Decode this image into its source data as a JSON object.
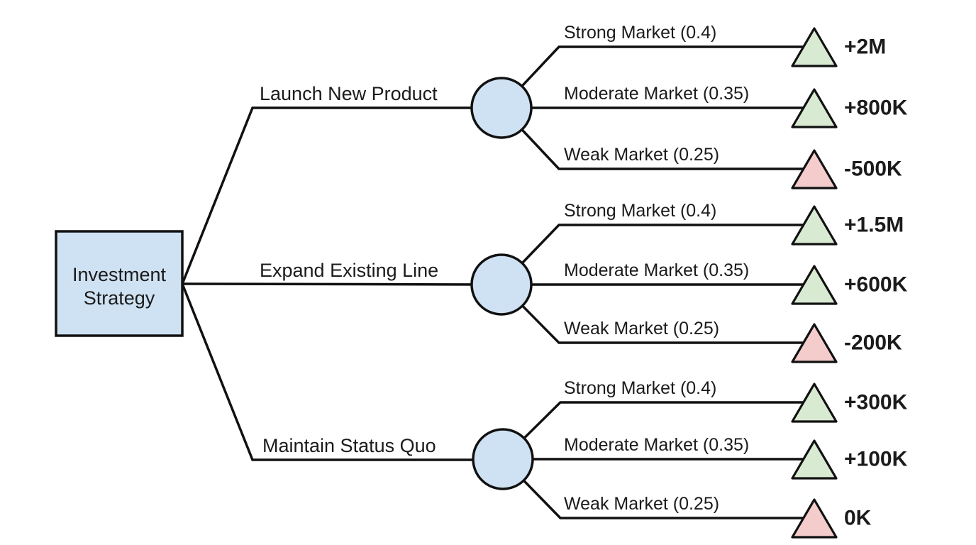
{
  "diagram": {
    "type": "decision-tree",
    "root": {
      "label_line1": "Investment",
      "label_line2": "Strategy"
    },
    "branches": [
      {
        "label": "Launch New Product",
        "outcomes": [
          {
            "label": "Strong Market (0.4)",
            "probability": 0.4,
            "value": "+2M",
            "sentiment": "gain"
          },
          {
            "label": "Moderate Market (0.35)",
            "probability": 0.35,
            "value": "+800K",
            "sentiment": "gain"
          },
          {
            "label": "Weak Market (0.25)",
            "probability": 0.25,
            "value": "-500K",
            "sentiment": "loss"
          }
        ]
      },
      {
        "label": "Expand Existing Line",
        "outcomes": [
          {
            "label": "Strong Market (0.4)",
            "probability": 0.4,
            "value": "+1.5M",
            "sentiment": "gain"
          },
          {
            "label": "Moderate Market (0.35)",
            "probability": 0.35,
            "value": "+600K",
            "sentiment": "gain"
          },
          {
            "label": "Weak Market (0.25)",
            "probability": 0.25,
            "value": "-200K",
            "sentiment": "loss"
          }
        ]
      },
      {
        "label": "Maintain Status Quo",
        "outcomes": [
          {
            "label": "Strong Market (0.4)",
            "probability": 0.4,
            "value": "+300K",
            "sentiment": "gain"
          },
          {
            "label": "Moderate Market (0.35)",
            "probability": 0.35,
            "value": "+100K",
            "sentiment": "gain"
          },
          {
            "label": "Weak Market (0.25)",
            "probability": 0.25,
            "value": "0K",
            "sentiment": "loss"
          }
        ]
      }
    ],
    "colors": {
      "node_fill": "#cfe2f3",
      "gain_triangle_fill": "#d9ead3",
      "loss_triangle_fill": "#f4cccc",
      "gain_text": "#1d8a1d",
      "loss_text": "#b71c1c",
      "line_color": "#111111",
      "text_color": "#1b1b1b"
    }
  }
}
